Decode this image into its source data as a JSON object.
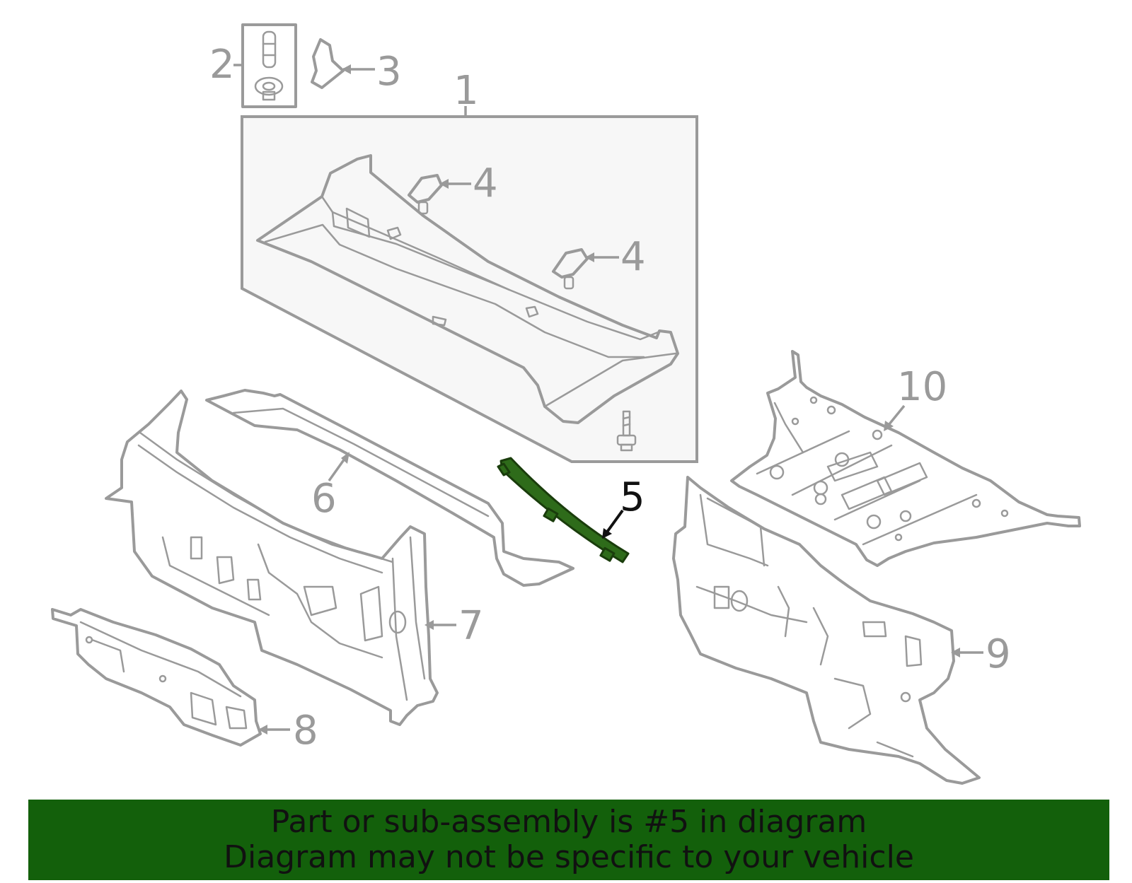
{
  "callouts": {
    "c1": "1",
    "c2": "2",
    "c3": "3",
    "c4a": "4",
    "c4b": "4",
    "c5": "5",
    "c6": "6",
    "c7": "7",
    "c8": "8",
    "c9": "9",
    "c10": "10"
  },
  "highlighted_part": "5",
  "colors": {
    "part_stroke": "#9a9a9a",
    "highlight_fill": "#2e6b1a",
    "banner_bg": "#13600b",
    "assembly_box_bg": "#f7f7f7"
  },
  "banner": {
    "line1": "Part or sub-assembly is #5 in diagram",
    "line2": "Diagram may not be specific to your vehicle"
  }
}
